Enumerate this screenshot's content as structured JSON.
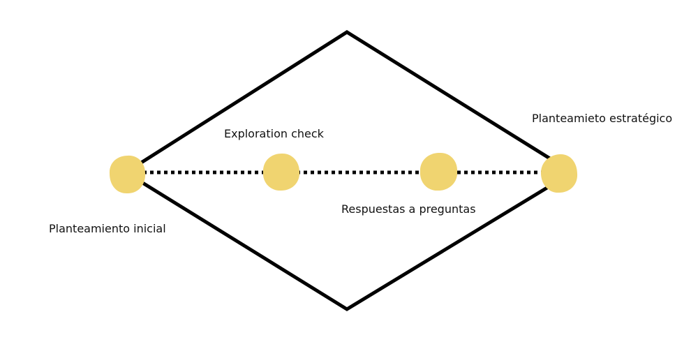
{
  "diagram": {
    "node_color": "#f0d470",
    "line_color": "#000000",
    "nodes": [
      {
        "id": "inicial",
        "label": "Planteamiento inicial"
      },
      {
        "id": "exploration",
        "label": "Exploration check"
      },
      {
        "id": "respuestas",
        "label": "Respuestas a preguntas"
      },
      {
        "id": "estrategico",
        "label": "Planteamieto estratégico"
      }
    ]
  }
}
